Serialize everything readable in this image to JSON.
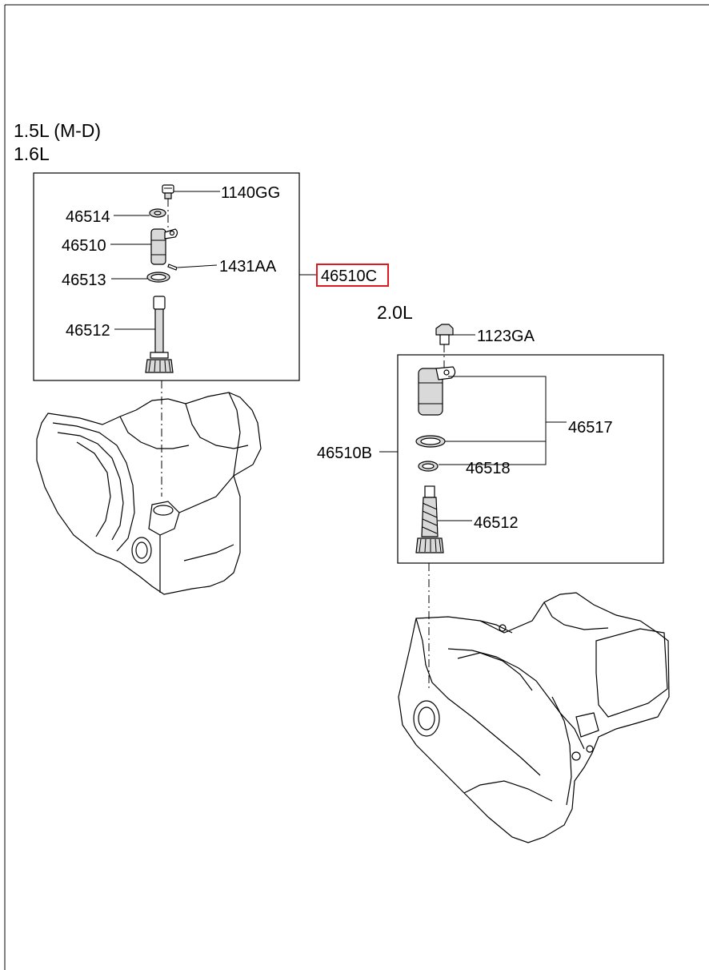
{
  "groups": {
    "small_engine": {
      "line1": "1.5L (M-D)",
      "line2": "1.6L"
    },
    "large_engine": {
      "title": "2.0L"
    }
  },
  "parts": {
    "p1140GG": "1140GG",
    "p46514": "46514",
    "p46510": "46510",
    "p1431AA": "1431AA",
    "p46513": "46513",
    "p46512_a": "46512",
    "p46510C": "46510C",
    "p1123GA": "1123GA",
    "p46517": "46517",
    "p46510B": "46510B",
    "p46518": "46518",
    "p46512_b": "46512"
  },
  "highlight_color": "#e0191e"
}
